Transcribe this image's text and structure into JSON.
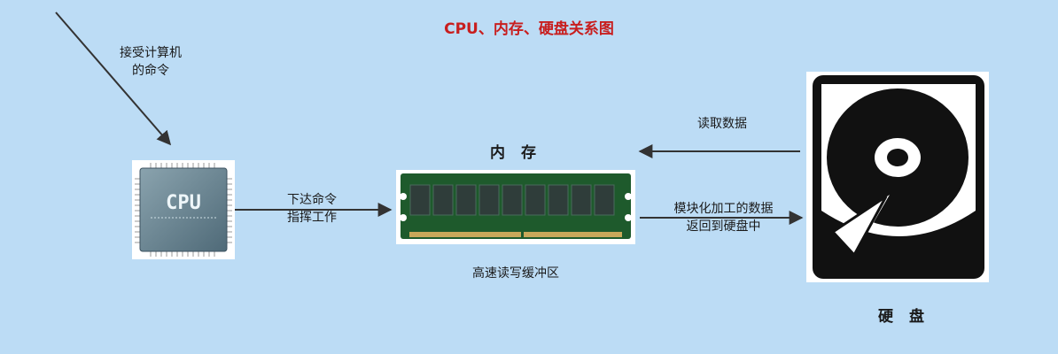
{
  "title": "CPU、内存、硬盘关系图",
  "cpu": {
    "chip_text": "CPU"
  },
  "labels": {
    "receive_line1": "接受计算机",
    "receive_line2": "的命令",
    "issue_line1": "下达命令",
    "issue_line2": "指挥工作",
    "memory_title": "内 存",
    "memory_desc": "高速读写缓冲区",
    "read_data": "读取数据",
    "return_line1": "模块化加工的数据",
    "return_line2": "返回到硬盘中",
    "disk_title": "硬 盘"
  },
  "colors": {
    "background": "#bcdcf5",
    "title": "#c81e1e",
    "arrow": "#333333",
    "pcb_green": "#1e5a2c",
    "chip_body": "#6f8a97",
    "disk_body": "#111111"
  }
}
